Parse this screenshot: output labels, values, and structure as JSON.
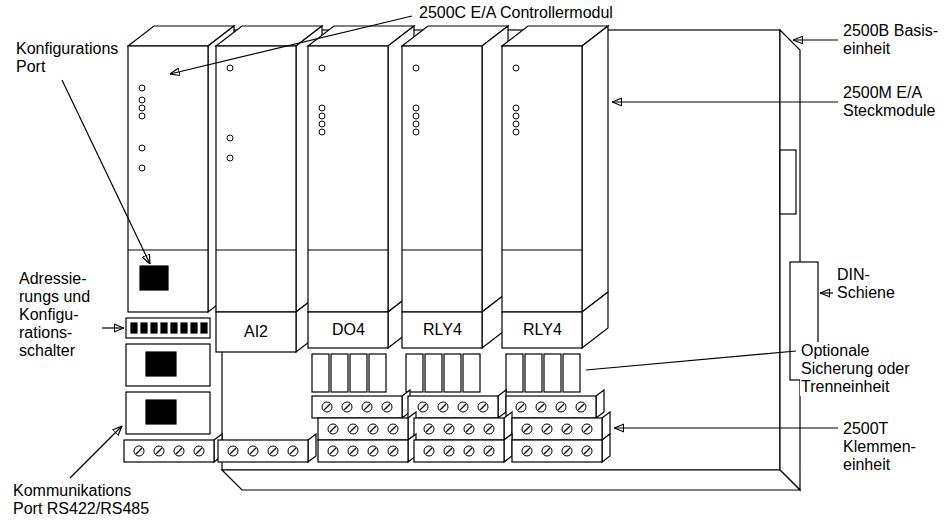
{
  "diagram": {
    "labels": [
      "2500C E/A Controllermodul",
      "2500B Basis- einheit",
      "Konfigurations Port",
      "2500M E/A Steckmodule",
      "Adressie- rungs und Konfigu- rations- schalter",
      "AI2",
      "DO4",
      "RLY4",
      "RLY4",
      "DIN- Schiene",
      "Optionale Sicherung oder Trenneinheit",
      "2500T Klemmen- einheit",
      "Kommunikations Port RS422/RS485"
    ]
  }
}
